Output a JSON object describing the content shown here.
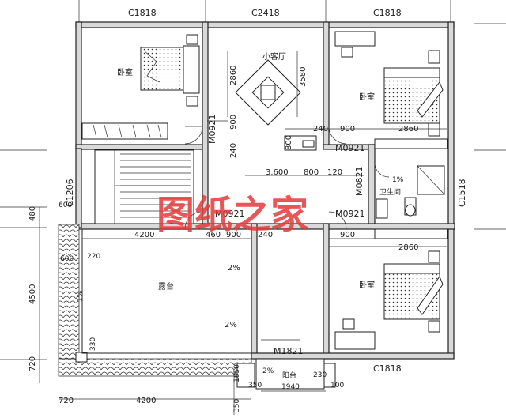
{
  "watermark": "图纸之家",
  "rooms": {
    "bedroom_nw": "卧室",
    "living_small": "小客厅",
    "bedroom_ne": "卧室",
    "bathroom": "卫生间",
    "bedroom_se": "卧室",
    "terrace": "露台",
    "balcony": "阳台"
  },
  "windows": {
    "top_left": "C1818",
    "top_mid": "C2418",
    "top_right": "C1818",
    "left": "C1206",
    "right": "C1518",
    "bottom_right": "C1818"
  },
  "doors": {
    "d1": "M0921",
    "d2": "M0921",
    "d3": "M0921",
    "d4": "M0921",
    "d5": "M0821",
    "d6": "M1821"
  },
  "dimensions": {
    "d2860a": "2860",
    "d3580": "3580",
    "d900a": "900",
    "d240a": "240",
    "d900b": "900",
    "d2860b": "2860",
    "d800a": "800",
    "d240b": "240",
    "d3600": "3.600",
    "d800b": "800",
    "d120": "120",
    "d480": "480",
    "d600a": "600",
    "d4200a": "4200",
    "d460": "460",
    "d900c": "900",
    "d240c": "240",
    "d900d": "900",
    "d2860c": "2860",
    "d600b": "600",
    "d220": "220",
    "d4500": "4500",
    "d330": "330",
    "d720a": "720",
    "d720b": "720",
    "d4200b": "4200",
    "d1940": "1940",
    "d230": "230",
    "d100": "100",
    "d350a": "350",
    "d350b": "350",
    "d1850": "1850"
  },
  "slopes": {
    "s1": "2%",
    "s2": "2%",
    "s3": "2%",
    "s4": "1%",
    "s5": "1%"
  }
}
